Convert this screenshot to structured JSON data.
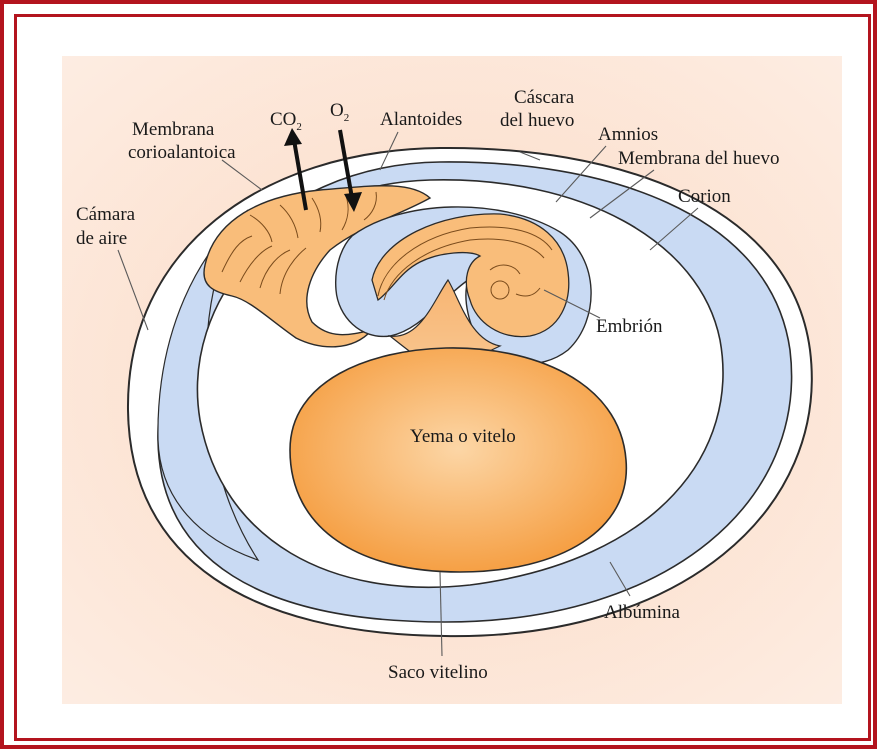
{
  "colors": {
    "frame": "#b3141e",
    "background": "#fbe0cf",
    "albumen": "#c9daf3",
    "yolk": "#f7a24a",
    "allantois": "#f9bd7a",
    "shell": "#ffffff",
    "outline": "#2b2b2b"
  },
  "labels": {
    "co2_main": "CO",
    "co2_sub": "2",
    "o2_main": "O",
    "o2_sub": "2",
    "membrana_line1": "Membrana",
    "membrana_line2": "corioalantoica",
    "alantoides": "Alantoides",
    "cascara_line1": "Cáscara",
    "cascara_line2": "del huevo",
    "amnios": "Amnios",
    "membrana_huevo": "Membrana del huevo",
    "corion": "Corion",
    "camara_line1": "Cámara",
    "camara_line2": "de aire",
    "embrion": "Embrión",
    "yema": "Yema o vitelo",
    "albumina": "Albúmina",
    "saco": "Saco vitelino"
  }
}
